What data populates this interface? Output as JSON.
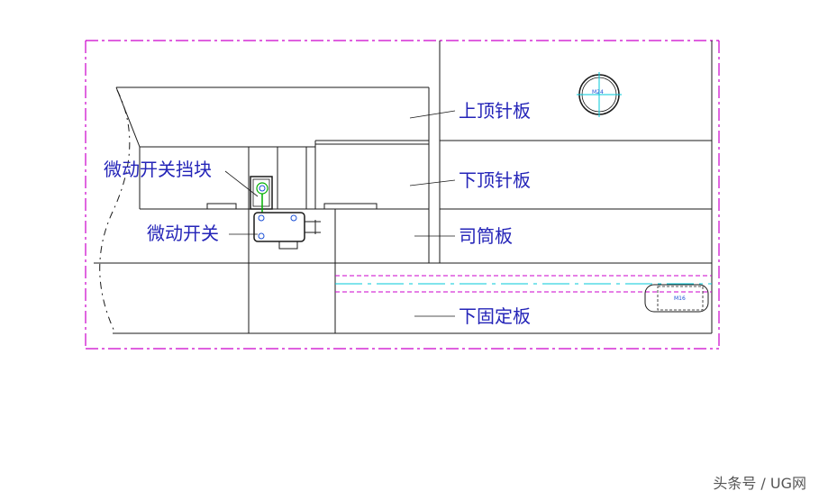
{
  "labels": {
    "upper_ejector_plate": "上顶针板",
    "lower_ejector_plate": "下顶针板",
    "sleeve_plate": "司筒板",
    "bottom_clamp_plate": "下固定板",
    "micro_switch_stop_block": "微动开关挡块",
    "micro_switch": "微动开关"
  },
  "dimension_marks": {
    "bolt_upper": "M24",
    "bolt_lower": "M16"
  },
  "watermark": "头条号 / UG网",
  "colors": {
    "outline": "#1a1a1a",
    "centerline": "#cc00cc",
    "label_text": "#2424b8",
    "cyan": "#00c8d8",
    "green": "#00b000"
  }
}
